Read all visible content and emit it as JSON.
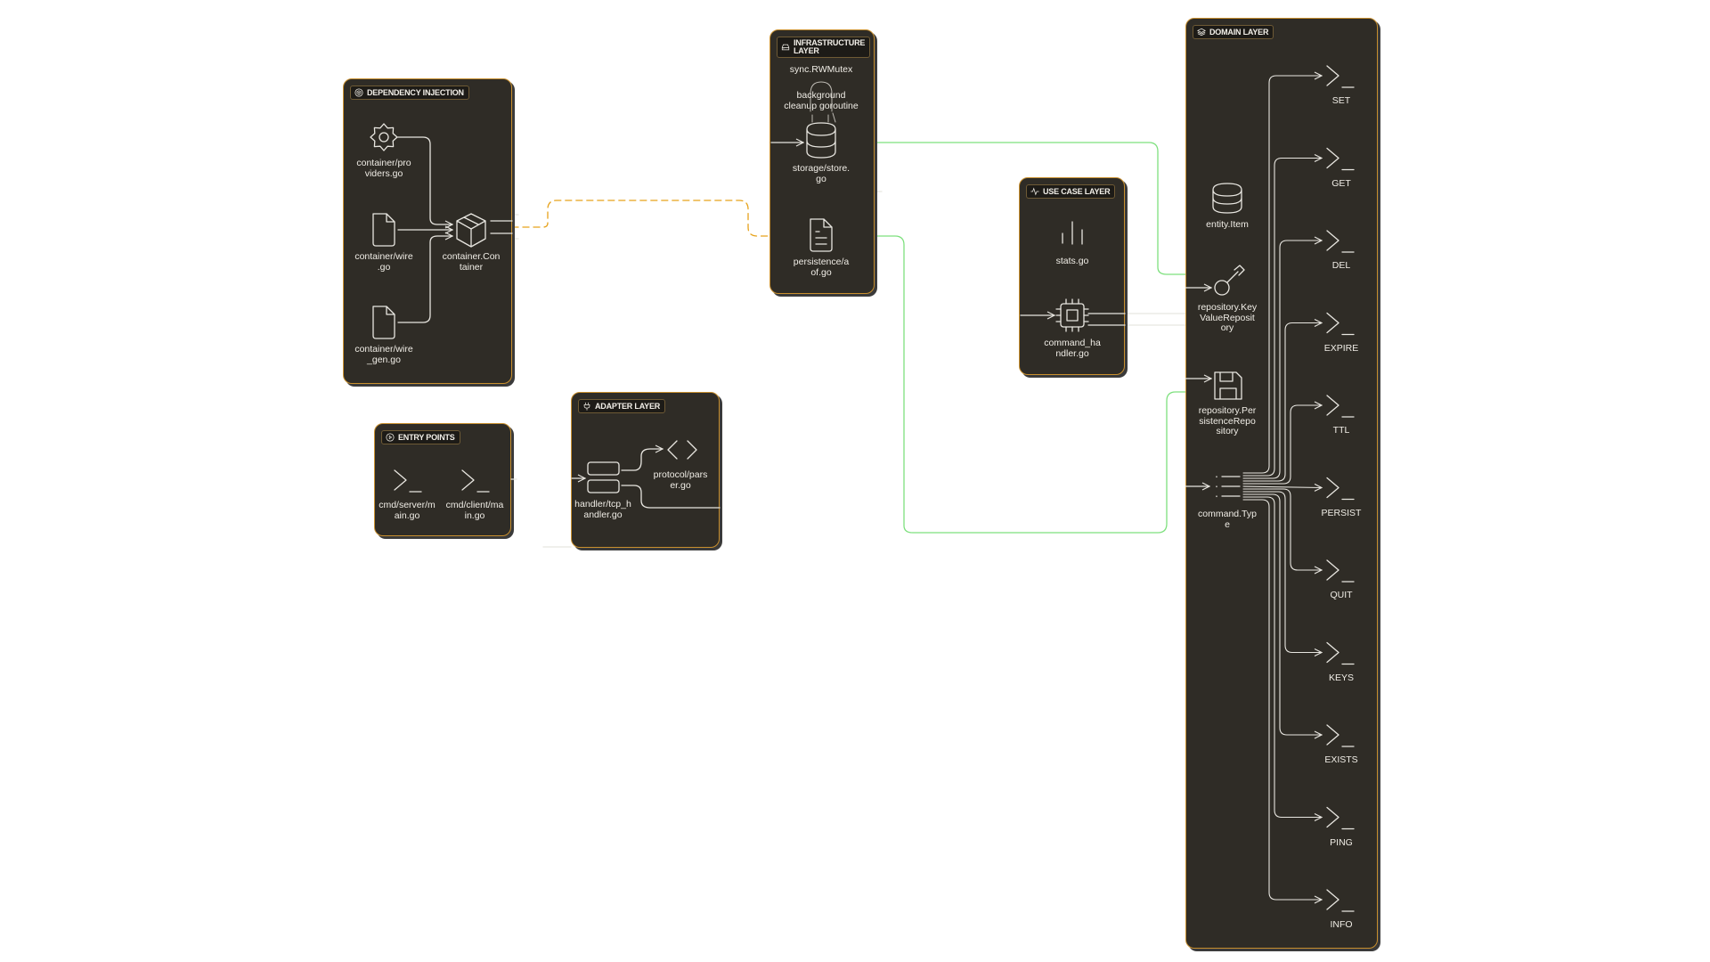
{
  "colors": {
    "panel_bg": "#2f2c26",
    "panel_border": "#c88f2e",
    "wire_white": "#e8e6e0",
    "wire_green": "#7ee07e",
    "wire_orange_dashed": "#e6a21a"
  },
  "panels": {
    "dependency_injection": {
      "title": "DEPENDENCY INJECTION",
      "icon": "box-icon",
      "nodes": {
        "providers": "container/pro\nviders.go",
        "wire": "container/wire\n.go",
        "wire_gen": "container/wire\n_gen.go",
        "container": "container.Con\ntainer"
      }
    },
    "entry_points": {
      "title": "ENTRY POINTS",
      "icon": "play-circle-icon",
      "nodes": {
        "server_main": "cmd/server/m\nain.go",
        "client_main": "cmd/client/ma\nin.go"
      }
    },
    "adapter": {
      "title": "ADAPTER LAYER",
      "icon": "plug-icon",
      "nodes": {
        "tcp_handler": "handler/tcp_h\nandler.go",
        "parser": "protocol/pars\ner.go"
      }
    },
    "infrastructure": {
      "title": "INFRASTRUCTURE\nLAYER",
      "icon": "hard-drive-icon",
      "nodes": {
        "mutex": "sync.RWMutex",
        "cleanup": "background\ncleanup goroutine",
        "store": "storage/store.\ngo",
        "aof": "persistence/a\nof.go"
      }
    },
    "use_case": {
      "title": "USE CASE LAYER",
      "icon": "activity-icon",
      "nodes": {
        "stats": "stats.go",
        "command_handler": "command_ha\nndler.go"
      }
    },
    "domain": {
      "title": "DOMAIN LAYER",
      "icon": "layers-icon",
      "nodes": {
        "entity_item": "entity.Item",
        "kv_repo": "repository.Key\nValueReposit\nory",
        "persist_repo": "repository.Per\nsistenceRepo\nsitory",
        "command_type": "command.Typ\ne"
      },
      "commands": [
        "SET",
        "GET",
        "DEL",
        "EXPIRE",
        "TTL",
        "PERSIST",
        "QUIT",
        "KEYS",
        "EXISTS",
        "PING",
        "INFO"
      ]
    }
  }
}
